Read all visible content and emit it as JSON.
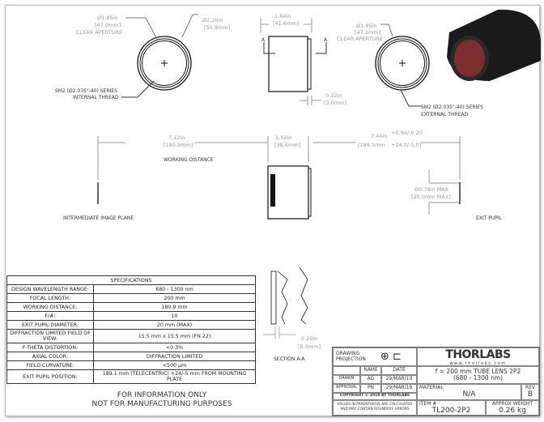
{
  "front_view": {
    "clear_aperture_dia": "Ø1.85in",
    "clear_aperture_mm": "[47.0mm]",
    "clear_aperture_label": "CLEAR APERTURE",
    "outer_dia": "Ø2.20in",
    "outer_dia_mm": "[55.9mm]",
    "thread_line1": "SM2 (Ø2.035\"-40) SERIES",
    "thread_line2": "INTERNAL THREAD"
  },
  "side_view": {
    "length": "1.64in",
    "length_mm": "[41.6mm]",
    "section_mark": "A",
    "flange": "0.12in",
    "flange_mm": "[3.0mm]"
  },
  "back_view": {
    "clear_aperture_dia": "Ø1.85in",
    "clear_aperture_mm": "[47.1mm]",
    "clear_aperture_label": "CLEAR APERTURE",
    "thread_line1": "SM2 (Ø2.035\"-40) SERIES",
    "thread_line2": "EXTERNAL THREAD"
  },
  "layout_view": {
    "working_distance": "7.12in",
    "working_distance_mm": "[180.9mm]",
    "working_distance_label": "WORKING DISTANCE",
    "lens_length": "1.52in",
    "lens_length_mm": "[38.6mm]",
    "exit_pupil_dist": "7.44in",
    "exit_pupil_tol_in": "+0.94/-0.20",
    "exit_pupil_dist_mm": "[189.1mm",
    "exit_pupil_tol_mm": "+24.0/-5.0]",
    "pupil_dia": "Ø0.79in MAX",
    "pupil_dia_mm": "[20.0mm MAX]",
    "image_plane_label": "INTERMEDIATE IMAGE PLANE",
    "exit_pupil_label": "EXIT PUPIL"
  },
  "section": {
    "dim": "0.20in",
    "dim_mm": "[5.0mm]",
    "label": "SECTION A-A"
  },
  "specs": {
    "title": "SPECIFICATIONS",
    "rows": [
      [
        "DESIGN WAVELENGTH RANGE:",
        "680 - 1300 nm"
      ],
      [
        "FOCAL LENGTH:",
        "200 mm"
      ],
      [
        "WORKING DISTANCE:",
        "180.9 mm"
      ],
      [
        "F/#:",
        "10"
      ],
      [
        "EXIT PUPIL DIAMETER:",
        "20 mm (MAX)"
      ],
      [
        "DIFFRACTION LIMITED FIELD OF VIEW:",
        "15.5 mm x 15.5 mm (FN 22)"
      ],
      [
        "F-THETA DISTORTION:",
        "<0.3%"
      ],
      [
        "AXIAL COLOR:",
        "DIFFRACTION LIMITED"
      ],
      [
        "FIELD CURVATURE:",
        "<500 µm"
      ],
      [
        "EXIT PUPIL POSITION:",
        "189.1 mm (TELECENTRIC) +24/-5 mm FROM MOUNTING PLATE"
      ]
    ]
  },
  "note": {
    "line1": "FOR INFORMATION ONLY",
    "line2": "NOT FOR MANUFACTURING PURPOSES"
  },
  "title_block": {
    "projection_label": "DRAWING PROJECTION",
    "name_hdr": "NAME",
    "date_hdr": "DATE",
    "drawn": "DRAWN",
    "drawn_name": "AG",
    "drawn_date": "29/MAR/19",
    "approval": "APPROVAL",
    "approval_name": "PN",
    "approval_date": "29/MAR/19",
    "copyright": "COPYRIGHT © 2019 BY THORLABS",
    "disclaimer": "VALUES IN PARENTHESIS ARE CALCULATED AND MAY CONTAIN ROUNDOFF ERRORS",
    "logo": "THORLABS",
    "website": "www.thorlabs.com",
    "description1": "f = 200 mm TUBE LENS 2P2",
    "description2": "(680 - 1300 nm)",
    "material_label": "MATERIAL",
    "material": "N/A",
    "rev_label": "REV",
    "rev": "B",
    "item_label": "ITEM #",
    "item": "TL200-2P2",
    "weight_label": "APPROX WEIGHT",
    "weight": "0.26 kg"
  }
}
